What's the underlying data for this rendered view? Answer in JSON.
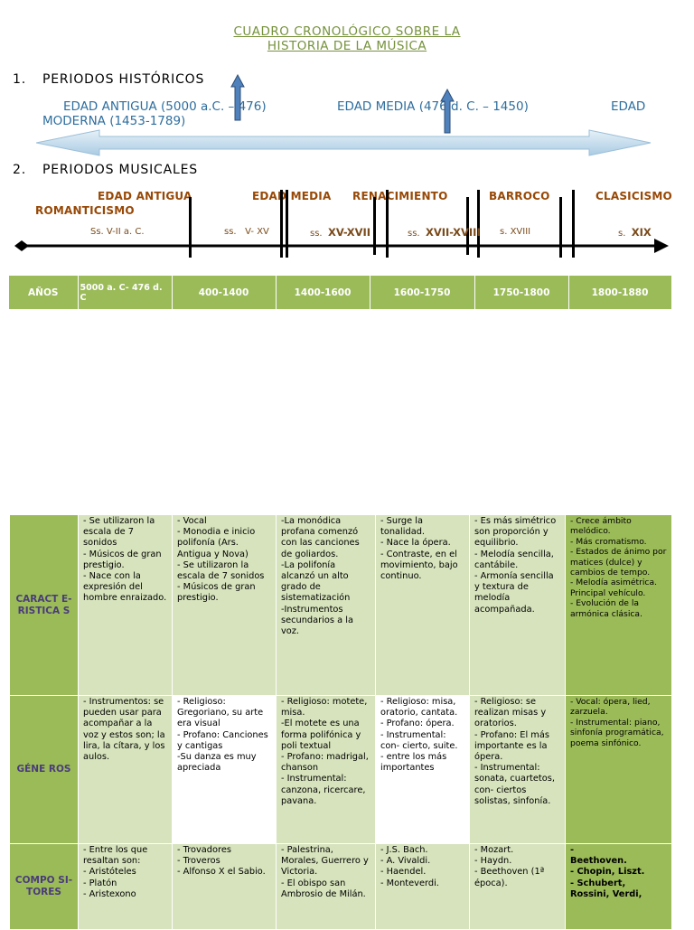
{
  "title": {
    "line1": "CUADRO CRONOLÓGICO SOBRE LA",
    "line2": "HISTORIA DE LA MÚSICA"
  },
  "section1": {
    "number": "1.",
    "label": "PERIODOS HISTÓRICOS"
  },
  "historic": {
    "antigua": "EDAD ANTIGUA (5000 a.C. – 476)",
    "media": "EDAD MEDIA (476 d. C. – 1450)",
    "edad": "EDAD",
    "moderna": "MODERNA (1453-1789)"
  },
  "section2": {
    "number": "2.",
    "label": "PERIODOS MUSICALES"
  },
  "periods": {
    "antigua": "EDAD ANTIGUA",
    "media": "EDAD MEDIA",
    "renacimiento": "RENACIMIENTO",
    "barroco": "BARROCO",
    "clasicismo": "CLASICISMO",
    "romanticismo": "ROMANTICISMO"
  },
  "centuries": {
    "c1": "Ss. V-II a. C.",
    "c2_prefix": "ss.",
    "c2": "V- XV",
    "c3_prefix": "ss.",
    "c3": "XV-XVII",
    "c4_prefix": "ss.",
    "c4": "XVII-XVIII",
    "c5": "s. XVIII",
    "c6_prefix": "s.",
    "c6": "XIX"
  },
  "years": {
    "header": "AÑOS",
    "cols": [
      "5000 a. C- 476 d. C",
      "400-1400",
      "1400-1600",
      "1600-1750",
      "1750-1800",
      "1800-1880"
    ]
  },
  "rows": {
    "caracteristicas": {
      "header": "CARACT E- RISTICA S",
      "cells": [
        "- Se utilizaron la escala de 7 sonidos\n- Músicos de gran prestigio.\n- Nace con la expresión del hombre enraizado.",
        "- Vocal\n- Monodia e inicio polifonía (Ars. Antigua y Nova)\n- Se utilizaron la escala de 7 sonidos\n- Músicos de gran prestigio.",
        "-La monódica profana comenzó con las canciones de goliardos.\n-La polifonía alcanzó un alto grado de sistematización\n-Instrumentos secundarios a la voz.",
        "- Surge la tonalidad.\n- Nace la ópera.\n- Contraste, en el movimiento, bajo continuo.",
        "- Es más simétrico son proporción y equilibrio.\n- Melodía sencilla, cantábile.\n- Armonía sencilla y textura de melodía acompañada.",
        "- Crece ámbito melódico.\n- Más cromatismo.\n- Estados de ánimo por matices (dulce) y cambios de tempo.\n- Melodía asimétrica. Principal vehículo.\n- Evolución de la armónica clásica."
      ]
    },
    "generos": {
      "header": "GÉNE ROS",
      "cells": [
        "- Instrumentos: se pueden usar para acompañar a la voz y estos son; la lira, la cítara, y los aulos.",
        "- Religioso: Gregoriano, su arte era visual\n- Profano: Canciones y cantigas\n-Su danza es muy apreciada",
        "- Religioso: motete, misa.\n-El motete es una forma polifónica y poli textual\n- Profano: madrigal, chanson\n- Instrumental: canzona, ricercare, pavana.",
        "- Religioso: misa, oratorio, cantata.\n- Profano: ópera.\n- Instrumental: con- cierto, suite.\n- entre los más importantes",
        "- Religioso: se realizan misas y oratorios.\n- Profano: El más importante es la ópera.\n- Instrumental: sonata, cuartetos, con- ciertos solistas, sinfonía.",
        "- Vocal: ópera, lied, zarzuela.\n- Instrumental: piano, sinfonía programática, poema sinfónico."
      ]
    },
    "compositores": {
      "header": "COMPO SI- TORES",
      "cells": [
        "- Entre los que resaltan son:\n- Aristóteles\n- Platón\n- Aristexono",
        "- Trovadores\n- Troveros\n- Alfonso X el Sabio.",
        "- Palestrina, Morales, Guerrero y Victoria.\n- El obispo san Ambrosio de Milán.",
        "- J.S. Bach.\n- A. Vivaldi.\n- Haendel.\n- Monteverdi.",
        "- Mozart.\n- Haydn.\n- Beethoven (1ª época).",
        "-\nBeethoven.\n- Chopin, Liszt.\n- Schubert, Rossini, Verdi,"
      ]
    }
  },
  "colors": {
    "accent": "#9bbb59",
    "light": "#d6e3bc",
    "title": "#76923c",
    "blue": "#2e6e9e",
    "brown": "#974806"
  }
}
